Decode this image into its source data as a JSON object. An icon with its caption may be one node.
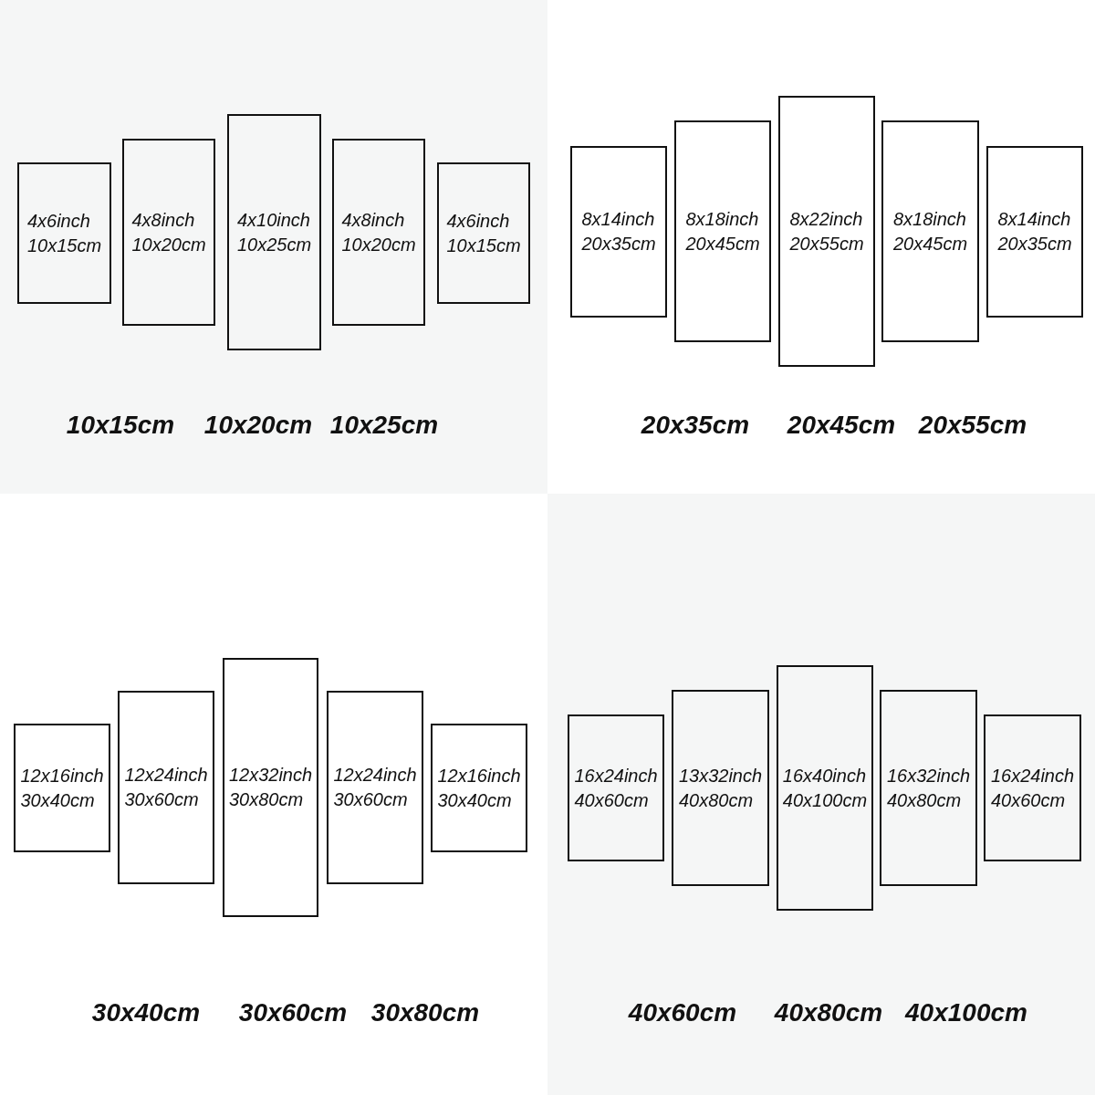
{
  "diagram": {
    "nodes": [
      {
        "text": [
          "4x6inch",
          "10x15cm"
        ]
      },
      {
        "text": [
          "4x8inch",
          "10x20cm"
        ]
      },
      {
        "text": [
          "4x10inch",
          "10x25cm"
        ]
      },
      {
        "text": [
          "4x8inch",
          "10x20cm"
        ]
      },
      {
        "text": [
          "4x6inch",
          "10x15cm"
        ]
      },
      {
        "text": [
          "8x14inch",
          "20x35cm"
        ]
      },
      {
        "text": [
          "8x18inch",
          "20x45cm"
        ]
      },
      {
        "text": [
          "8x22inch",
          "20x55cm"
        ]
      },
      {
        "text": [
          "8x18inch",
          "20x45cm"
        ]
      },
      {
        "text": [
          "8x14inch",
          "20x35cm"
        ]
      },
      {
        "text": [
          "12x16inch",
          "30x40cm"
        ]
      },
      {
        "text": [
          "12x24inch",
          "30x60cm"
        ]
      },
      {
        "text": [
          "12x32inch",
          "30x80cm"
        ]
      },
      {
        "text": [
          "12x24inch",
          "30x60cm"
        ]
      },
      {
        "text": [
          "12x16inch",
          "30x40cm"
        ]
      },
      {
        "text": [
          "16x24inch",
          "40x60cm"
        ]
      },
      {
        "text": [
          "13x32inch",
          "40x80cm"
        ]
      },
      {
        "text": [
          "16x40inch",
          "40x100cm"
        ]
      },
      {
        "text": [
          "16x32inch",
          "40x80cm"
        ]
      },
      {
        "text": [
          "16x24inch",
          "40x60cm"
        ]
      }
    ],
    "labels": [
      "10x15cm",
      "10x20cm",
      "10x25cm",
      "20x35cm",
      "20x45cm",
      "20x55cm",
      "30x40cm",
      "30x60cm",
      "30x80cm",
      "40x60cm",
      "40x80cm",
      "40x100cm"
    ]
  }
}
